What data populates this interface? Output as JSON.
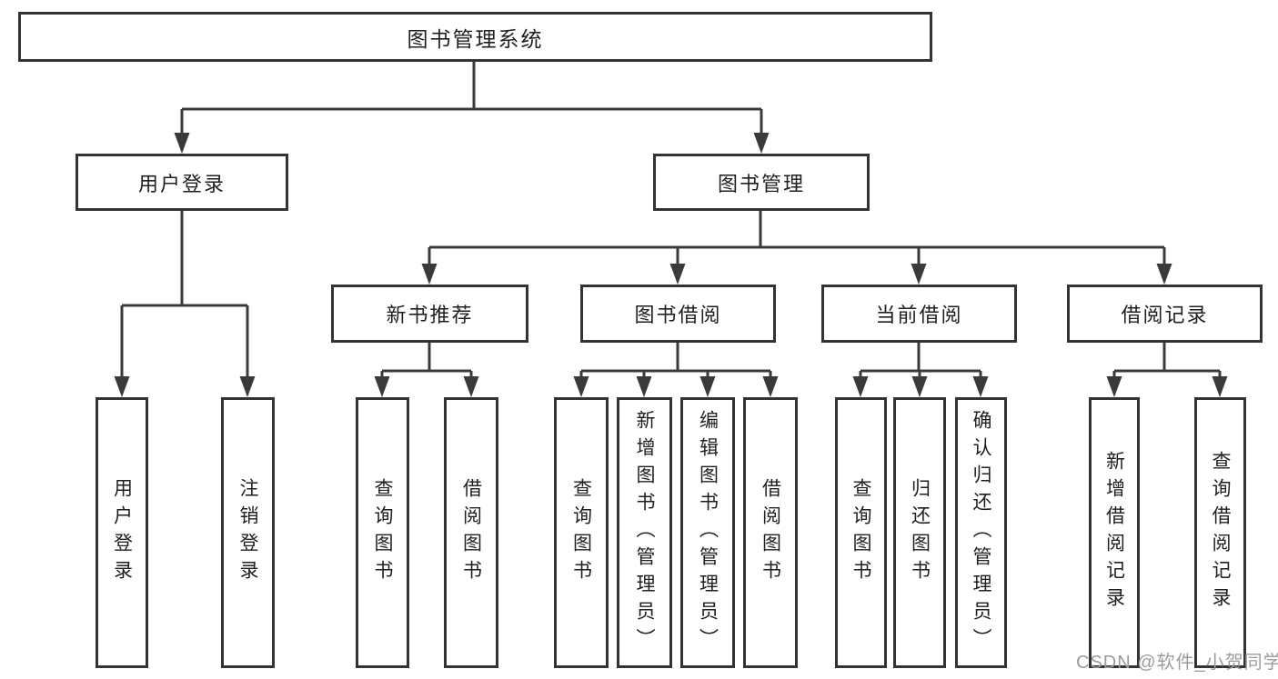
{
  "watermark": {
    "text": "CSDN @软件_小贺同学"
  },
  "tree": {
    "root": {
      "label": "图书管理系统"
    },
    "children": [
      {
        "label": "用户登录",
        "children": [
          {
            "label": "用户登录"
          },
          {
            "label": "注销登录"
          }
        ]
      },
      {
        "label": "图书管理",
        "children": [
          {
            "label": "新书推荐",
            "children": [
              {
                "label": "查询图书"
              },
              {
                "label": "借阅图书"
              }
            ]
          },
          {
            "label": "图书借阅",
            "children": [
              {
                "label": "查询图书"
              },
              {
                "label": "新增图书（管理员）"
              },
              {
                "label": "编辑图书（管理员）"
              },
              {
                "label": "借阅图书"
              }
            ]
          },
          {
            "label": "当前借阅",
            "children": [
              {
                "label": "查询图书"
              },
              {
                "label": "归还图书"
              },
              {
                "label": "确认归还（管理员）"
              }
            ]
          },
          {
            "label": "借阅记录",
            "children": [
              {
                "label": "新增借阅记录"
              },
              {
                "label": "查询借阅记录"
              }
            ]
          }
        ]
      }
    ]
  }
}
